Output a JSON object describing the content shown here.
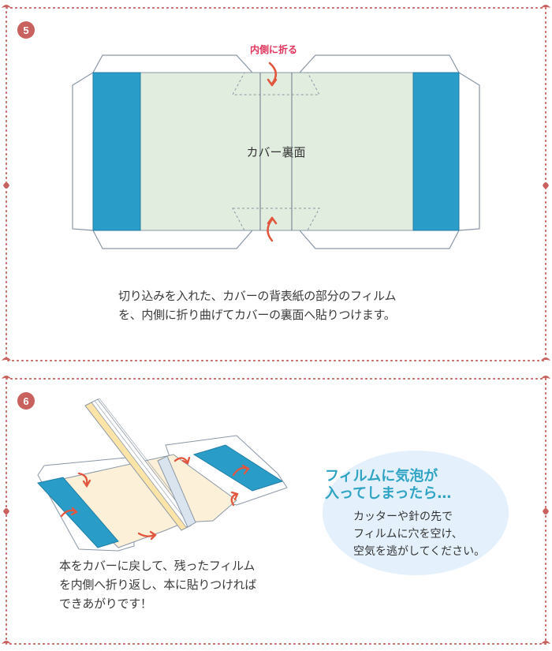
{
  "step5": {
    "number": "5",
    "fold_label": "内側に折る",
    "cover_label": "カバー裏面",
    "caption": [
      "切り込みを入れた、カバーの背表紙の部分のフィルム",
      "を、内側に折り曲げてカバーの裏面へ貼りつけます。"
    ]
  },
  "step6": {
    "number": "6",
    "caption": [
      "本をカバーに戻して、残ったフィルム",
      "を内側へ折り返し、本に貼りつければ",
      "できあがりです！"
    ],
    "tip": {
      "title": [
        "フィルムに気泡が",
        "入ってしまったら…"
      ],
      "body": [
        "カッターや針の先で",
        "フィルムに穴を空け、",
        "空気を逃がしてください。"
      ]
    }
  },
  "colors": {
    "frame_dots": "#c9625e",
    "badge": "#c9625e",
    "cover_back": "#e1eedf",
    "flap_blue": "#2a9cc8",
    "outline": "#8a97a6",
    "fold_arrow": "#e2563e",
    "fold_label": "#e0325a",
    "tip_bubble": "#e4f1fc",
    "tip_title": "#2fa3c4",
    "book_page": "#fde4a8",
    "cover_inner": "#fdf0d8"
  }
}
